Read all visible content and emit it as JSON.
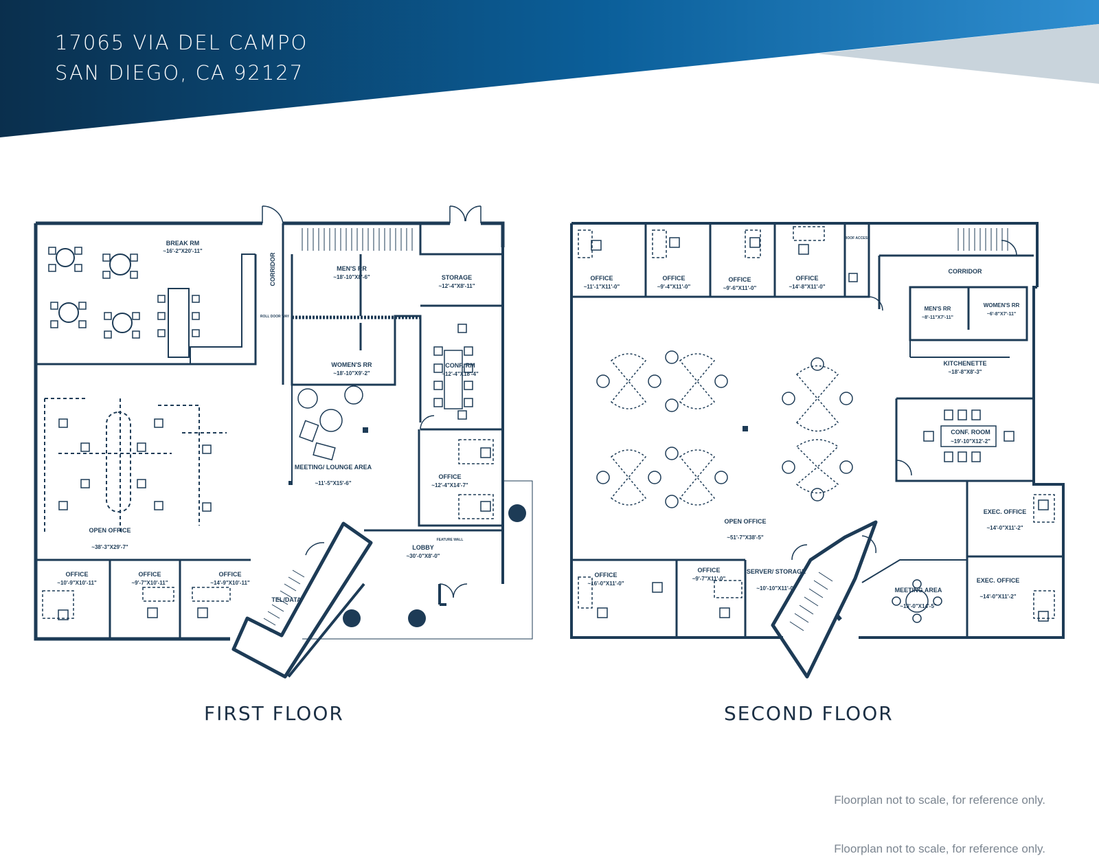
{
  "header": {
    "address_line1": "17065 VIA DEL CAMPO",
    "address_line2": "SAN DIEGO, CA 92127",
    "colors": {
      "dark": "#0a2f4d",
      "mid": "#0b5f9a",
      "light": "#2f8ed0",
      "accent": "#c9d4dc"
    }
  },
  "first_floor": {
    "title": "FIRST FLOOR",
    "rooms": [
      {
        "name": "BREAK RM",
        "size": "~16'-2\"X20'-11\""
      },
      {
        "name": "CORRIDOR",
        "size": ""
      },
      {
        "name": "MEN'S RR",
        "size": "~18'-10\"X8'-6\""
      },
      {
        "name": "STORAGE",
        "size": "~12'-4\"X8'-11\""
      },
      {
        "name": "WOMEN'S RR",
        "size": "~18'-10\"X9'-2\""
      },
      {
        "name": "CONF. RM",
        "size": "~12'-4\"X18'-4\""
      },
      {
        "name": "MEETING/ LOUNGE AREA",
        "size": "~11'-5\"X15'-6\""
      },
      {
        "name": "OFFICE",
        "size": "~12'-4\"X14'-7\""
      },
      {
        "name": "OPEN OFFICE",
        "size": "~38'-3\"X29'-7\""
      },
      {
        "name": "LOBBY",
        "size": "~30'-0\"X8'-0\""
      },
      {
        "name": "OFFICE",
        "size": "~10'-9\"X10'-11\""
      },
      {
        "name": "OFFICE",
        "size": "~9'-7\"X10'-11\""
      },
      {
        "name": "OFFICE",
        "size": "~14'-9\"X10'-11\""
      },
      {
        "name": "TEL/DATA",
        "size": ""
      }
    ],
    "small_labels": {
      "feature_wall": "FEATURE WALL",
      "roll_door": "ROLL DOOR WAY"
    }
  },
  "second_floor": {
    "title": "SECOND FLOOR",
    "rooms": [
      {
        "name": "OFFICE",
        "size": "~11'-1\"X11'-0\""
      },
      {
        "name": "OFFICE",
        "size": "~9'-4\"X11'-0\""
      },
      {
        "name": "OFFICE",
        "size": "~9'-6\"X11'-0\""
      },
      {
        "name": "OFFICE",
        "size": "~14'-8\"X11'-0\""
      },
      {
        "name": "CORRIDOR",
        "size": ""
      },
      {
        "name": "MEN'S RR",
        "size": "~8'-11\"X7'-11\""
      },
      {
        "name": "WOMEN'S RR",
        "size": "~6'-8\"X7'-11\""
      },
      {
        "name": "KITCHENETTE",
        "size": "~18'-8\"X8'-3\""
      },
      {
        "name": "CONF. ROOM",
        "size": "~19'-10\"X12'-2\""
      },
      {
        "name": "OPEN OFFICE",
        "size": "~51'-7\"X38'-5\""
      },
      {
        "name": "EXEC. OFFICE",
        "size": "~14'-0\"X11'-2\""
      },
      {
        "name": "OFFICE",
        "size": "~16'-0\"X11'-0\""
      },
      {
        "name": "OFFICE",
        "size": "~9'-7\"X11'-0\""
      },
      {
        "name": "SERVER/ STORAGE",
        "size": "~10'-10\"X11'-0\""
      },
      {
        "name": "MEETING AREA",
        "size": "~13'-0\"X14'-5\""
      },
      {
        "name": "EXEC. OFFICE",
        "size": "~14'-0\"X11'-2\""
      }
    ],
    "small_labels": {
      "roof_access": "ROOF ACCESS"
    }
  },
  "footer": {
    "note": "Floorplan not to scale, for reference only.",
    "note_clipped": "Floorplan not to scale, for reference only."
  }
}
